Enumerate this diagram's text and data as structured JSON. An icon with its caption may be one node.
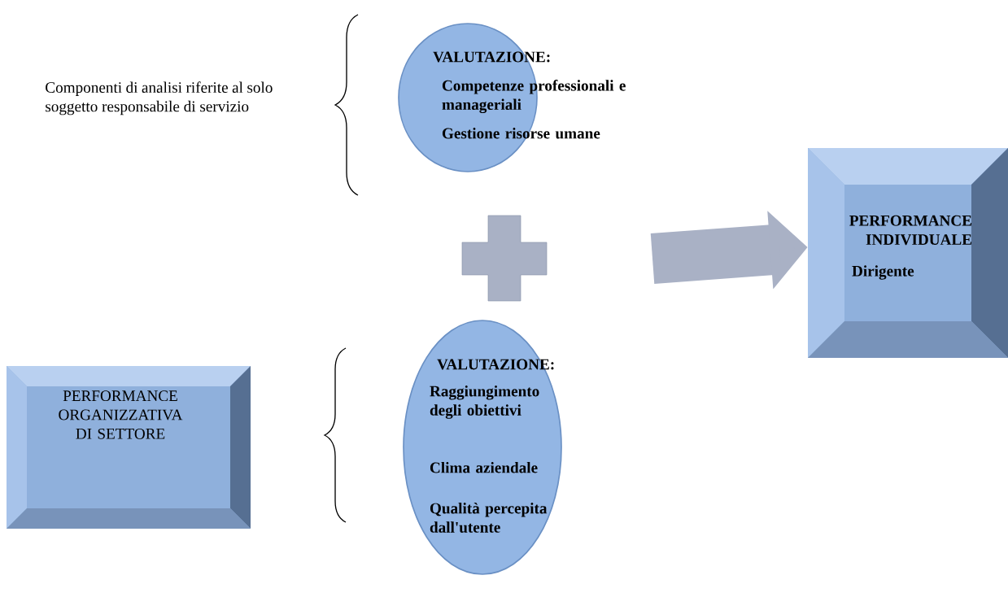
{
  "diagram": {
    "nodes": [
      {
        "text": [
          "VALUTAZIONE:",
          "Competenze professionali e manageriali",
          "Gestione risorse umane"
        ]
      },
      {
        "text": [
          "PERFORMANCE INDIVIDUALE",
          "Dirigente"
        ]
      },
      {
        "text": [],
        "shape": "plus"
      },
      {
        "text": [
          "PERFORMANCE ORGANIZZATIVA DI SETTORE"
        ]
      },
      {
        "text": [
          "VALUTAZIONE:",
          "Raggiungimento degli obiettivi",
          "Clima aziendale",
          "Qualità percepita dall'utente"
        ]
      }
    ],
    "edges": [
      {
        "from": null,
        "to": 1,
        "arrow": "to"
      }
    ],
    "labels": [
      "Componenti di analisi riferite al solo soggetto responsabile di servizio"
    ]
  }
}
